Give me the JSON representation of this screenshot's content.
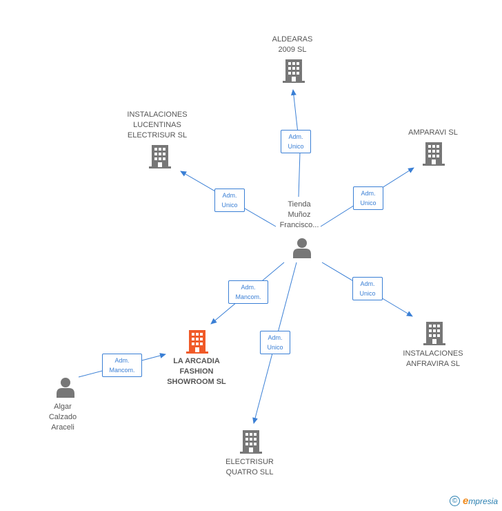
{
  "nodes": {
    "aldearas": "ALDEARAS\n2009 SL",
    "lucentinas": "INSTALACIONES\nLUCENTINAS\nELECTRISUR SL",
    "amparavi": "AMPARAVI SL",
    "tienda": "Tienda\nMuñoz\nFrancisco...",
    "arcadia": "LA ARCADIA\nFASHION\nSHOWROOM SL",
    "anfravira": "INSTALACIONES\nANFRAVIRA SL",
    "algar": "Algar\nCalzado\nAraceli",
    "electrisur_quatro": "ELECTRISUR\nQUATRO SLL"
  },
  "badges": {
    "aldearas": "Adm.\nUnico",
    "lucentinas": "Adm.\nUnico",
    "amparavi": "Adm.\nUnico",
    "anfravira": "Adm.\nUnico",
    "arcadia_from_tienda": "Adm.\nMancom.",
    "electrisur_quatro": "Adm.\nUnico",
    "arcadia_from_algar": "Adm.\nMancom."
  },
  "footer": {
    "copyright_symbol": "©",
    "brand_initial": "e",
    "brand_rest": "mpresia"
  },
  "colors": {
    "edge": "#3a7fd5",
    "company_icon": "#777777",
    "focus_company_icon": "#f05a28",
    "person_icon": "#777777"
  },
  "icons": {
    "company": "building-icon",
    "person": "person-icon"
  }
}
